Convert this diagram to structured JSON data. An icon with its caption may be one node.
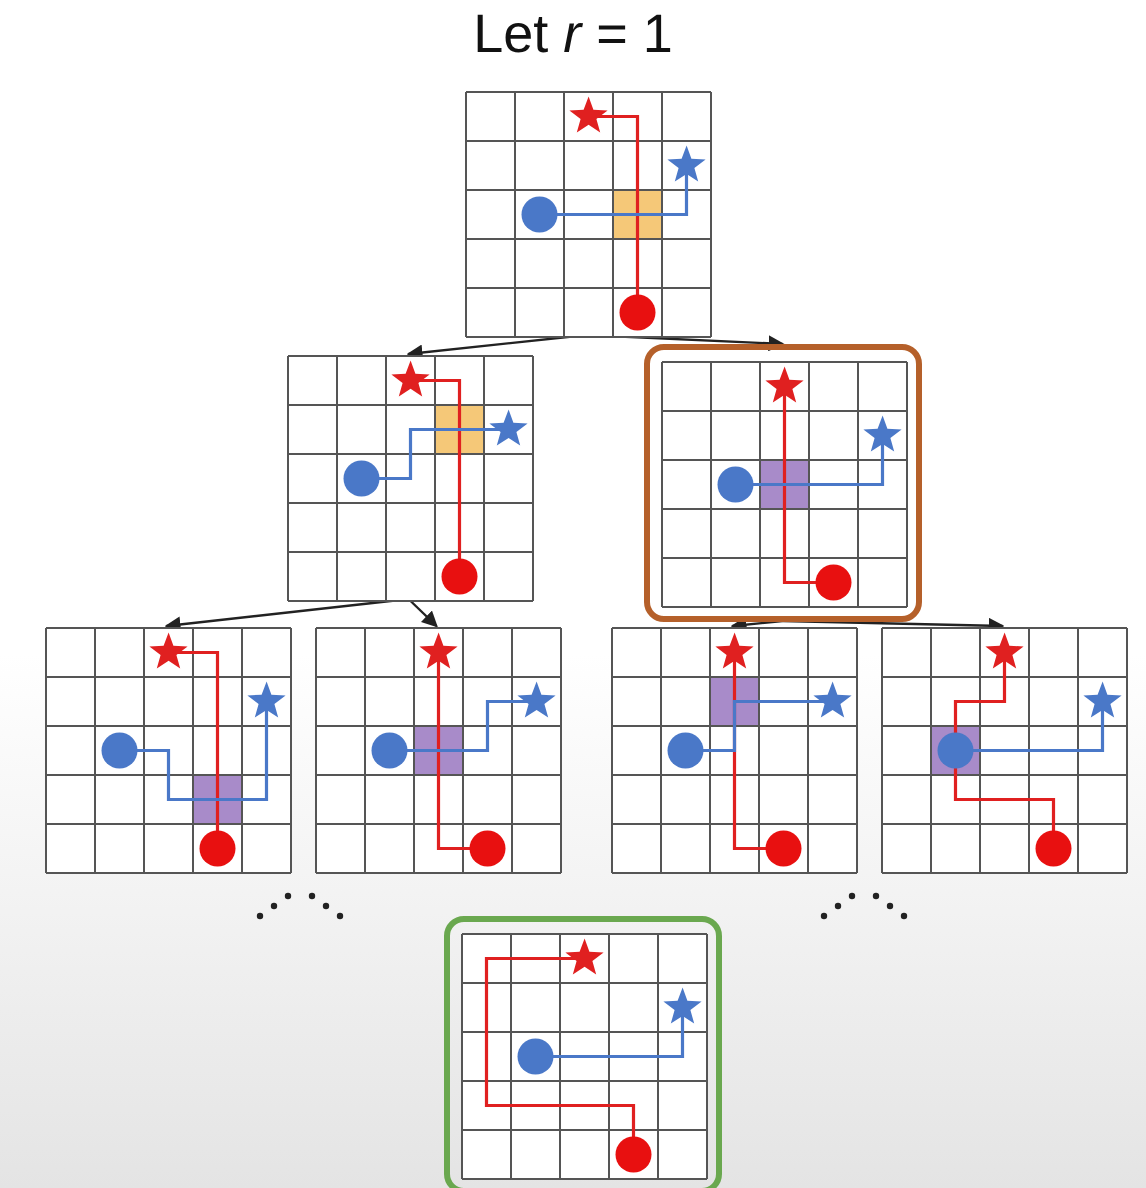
{
  "diagram": {
    "title": "Let *r* = 1",
    "nodes": [
      {
        "text": [],
        "shape": "picture"
      },
      {
        "text": [],
        "shape": "picture"
      },
      {
        "text": [],
        "shape": "picture"
      },
      {
        "text": [],
        "shape": "picture"
      },
      {
        "text": [],
        "shape": "picture"
      },
      {
        "text": [],
        "shape": "picture"
      },
      {
        "text": [],
        "shape": "picture"
      },
      {
        "text": [],
        "shape": "picture"
      }
    ],
    "edges": [
      {
        "from": 0,
        "to": 1,
        "arrow": "to"
      },
      {
        "from": 0,
        "to": 2,
        "arrow": "to"
      },
      {
        "from": 1,
        "to": 3,
        "arrow": "to"
      },
      {
        "from": 1,
        "to": 4,
        "arrow": "to"
      },
      {
        "from": 2,
        "to": 5,
        "arrow": "to"
      },
      {
        "from": 2,
        "to": 6,
        "arrow": "to"
      }
    ]
  }
}
